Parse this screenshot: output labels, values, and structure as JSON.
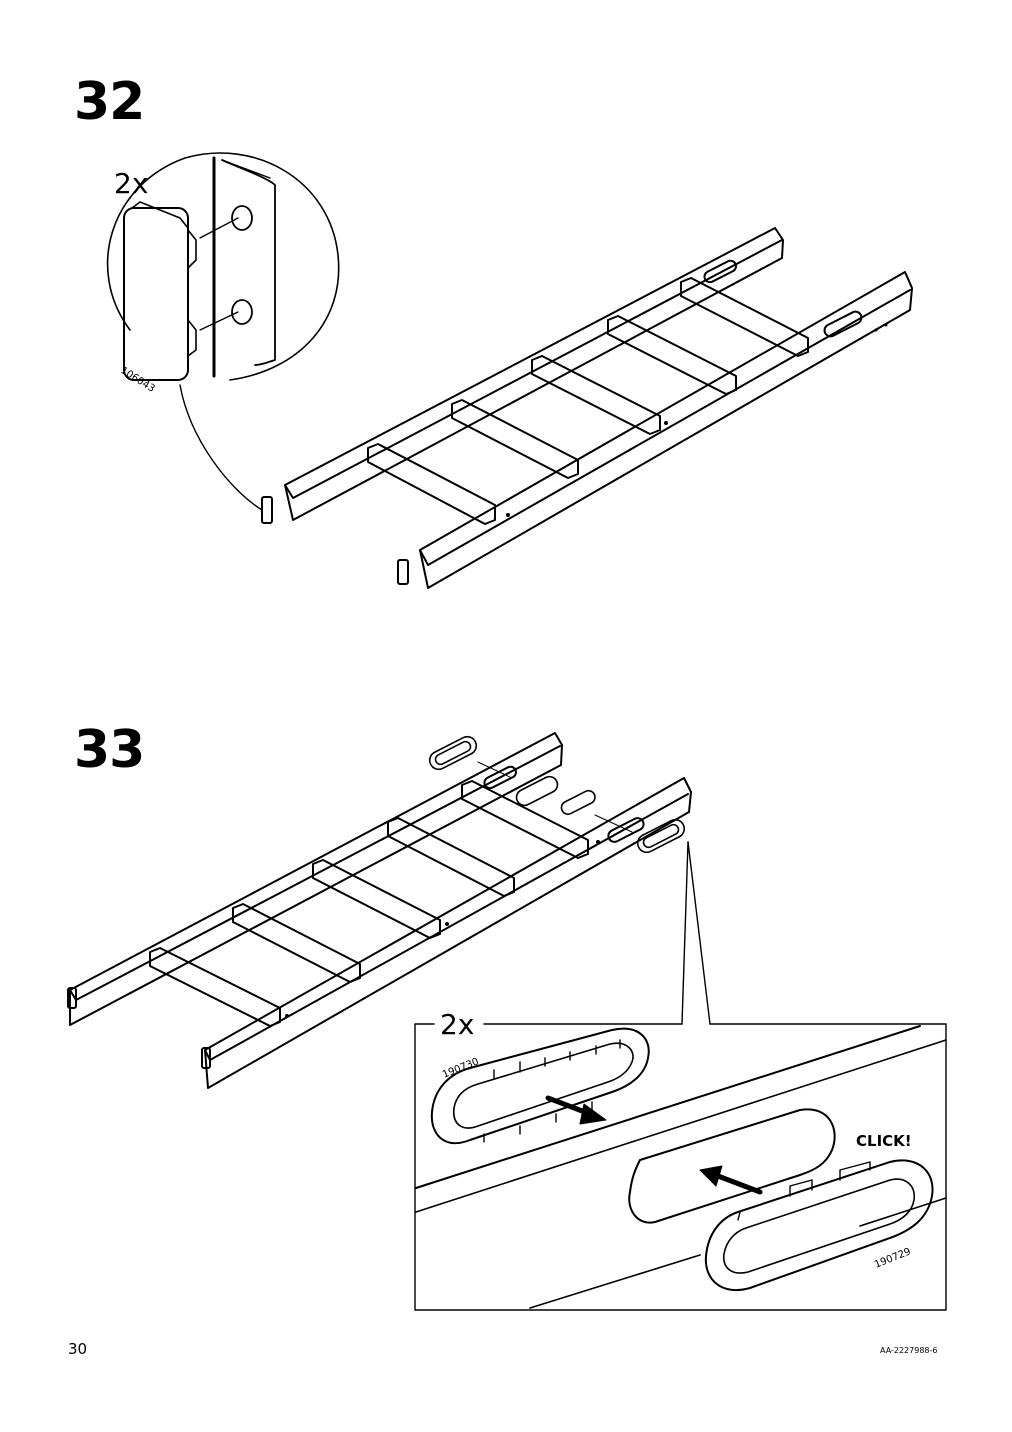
{
  "steps": [
    {
      "number": "32",
      "quantity": "2x",
      "part_numbers": [
        "106043"
      ]
    },
    {
      "number": "33",
      "quantity": "2x",
      "part_numbers": [
        "190730",
        "190729"
      ],
      "callout": "CLICK!"
    }
  ],
  "footer": {
    "page_number": "30",
    "document_code": "AA-2227988-6"
  }
}
